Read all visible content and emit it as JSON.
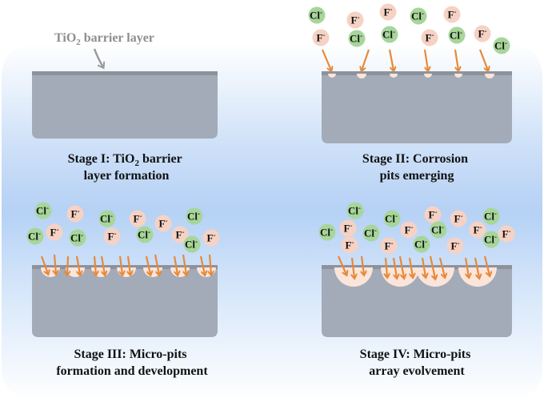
{
  "barrier_label": {
    "pre": "TiO",
    "sub": "2",
    "post": " barrier layer"
  },
  "ions": {
    "chloride": {
      "symbol": "Cl",
      "charge": "-"
    },
    "fluoride": {
      "symbol": "F",
      "charge": "-"
    }
  },
  "stages": [
    {
      "line1": {
        "pre": "Stage I: TiO",
        "sub": "2",
        "post": " barrier"
      },
      "line2": "layer formation"
    },
    {
      "line1": {
        "pre": "Stage II: Corrosion",
        "sub": "",
        "post": ""
      },
      "line2": "pits emerging"
    },
    {
      "line1": {
        "pre": "Stage III: Micro-pits",
        "sub": "",
        "post": ""
      },
      "line2": "formation and development"
    },
    {
      "line1": {
        "pre": "Stage IV: Micro-pits",
        "sub": "",
        "post": ""
      },
      "line2": "array evolvement"
    }
  ],
  "colors": {
    "background_gradient": [
      "#ffffff",
      "#b7d3f6",
      "#ffffff"
    ],
    "substrate": "#a3abb8",
    "barrier": "#8e929b",
    "chloride_fill": "#a7d69a",
    "fluoride_fill": "#f6d2c4",
    "pit_fill": "#fbe4da",
    "arrow": "#e58a3a",
    "pointer": "#9a9a9a"
  }
}
